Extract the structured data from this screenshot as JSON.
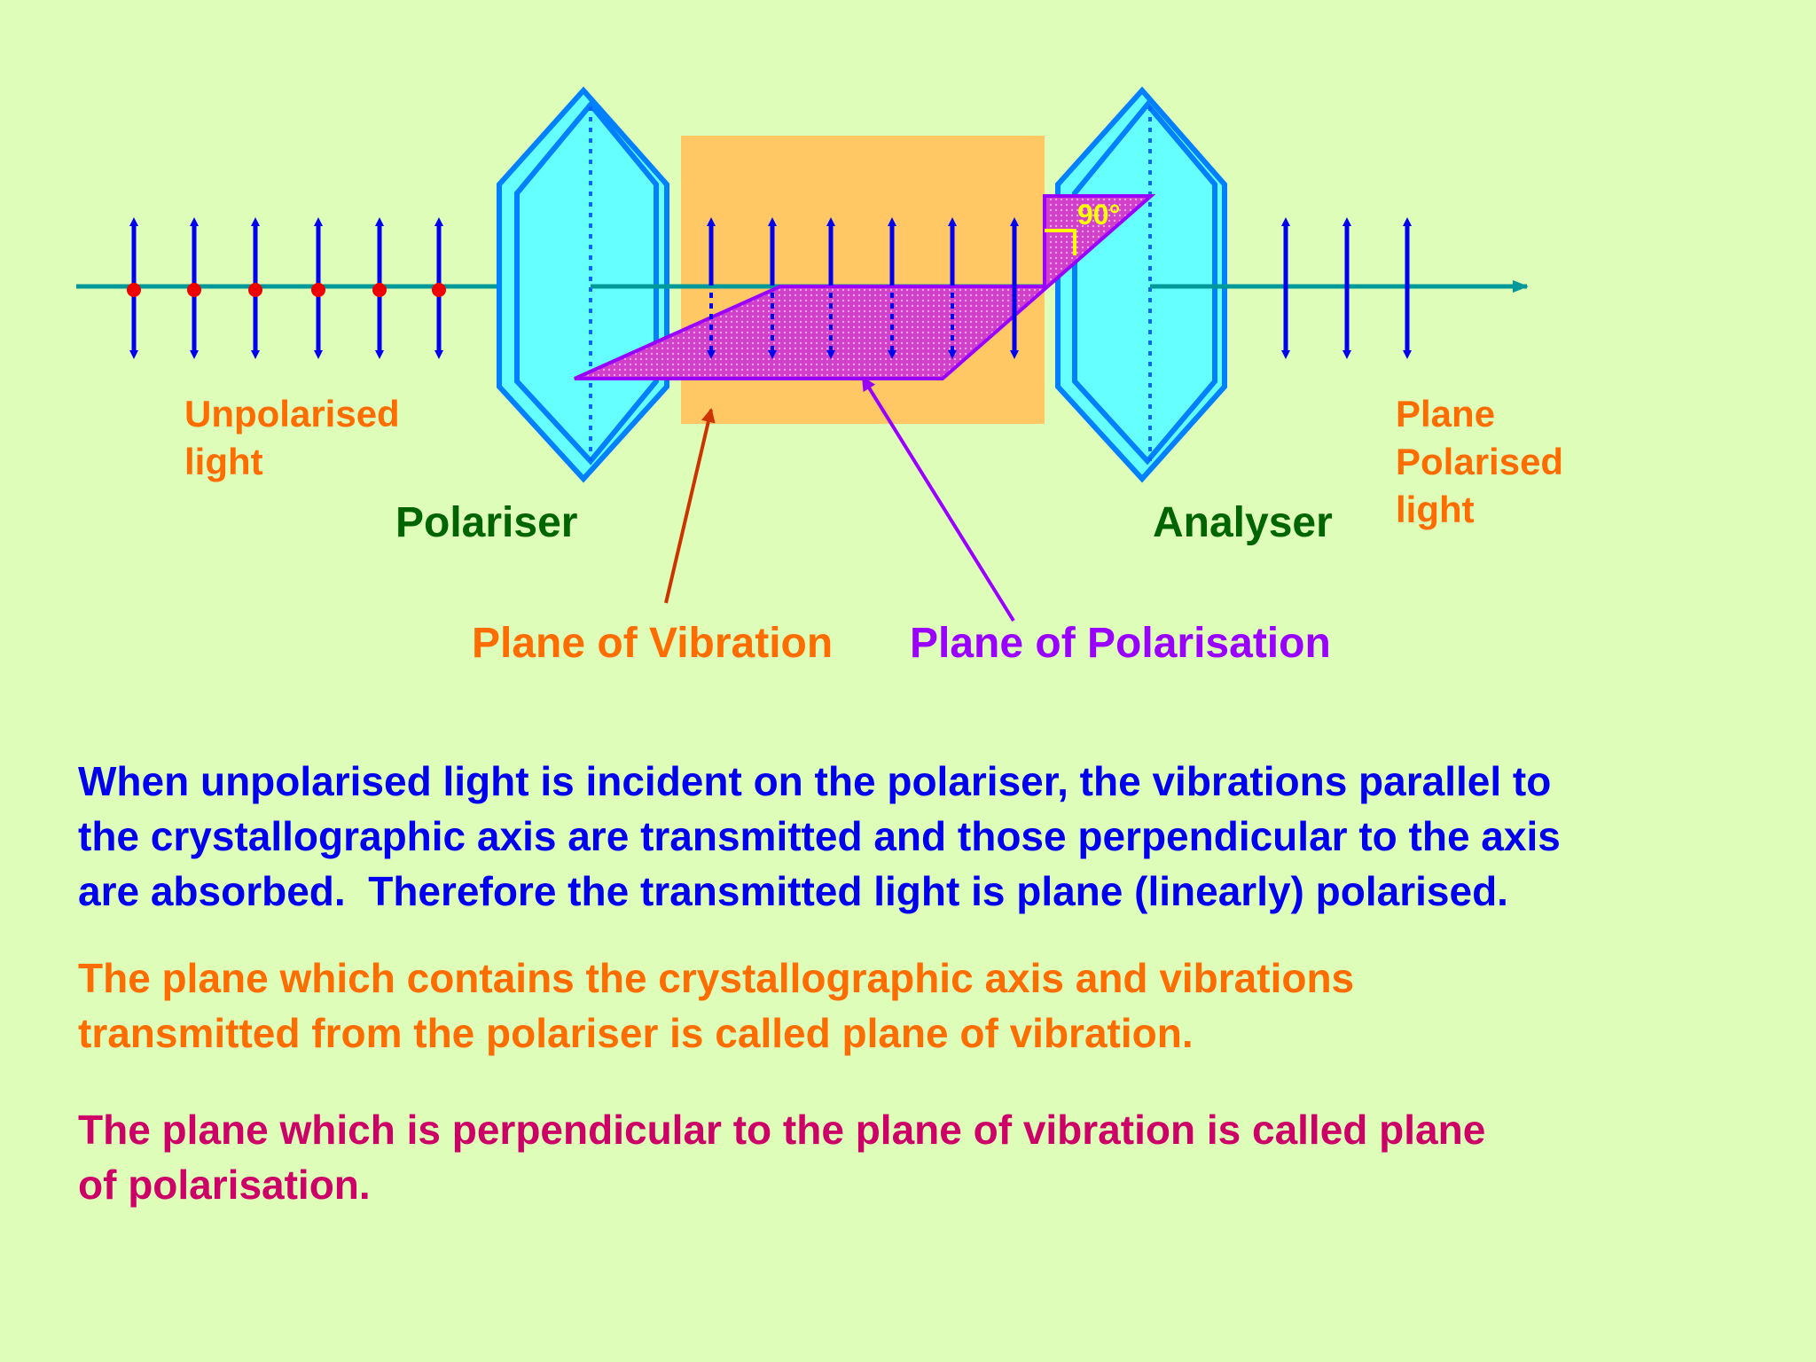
{
  "labels": {
    "unpolarised": "Unpolarised\nlight",
    "polariser": "Polariser",
    "analyser": "Analyser",
    "plane_polarised": "Plane\nPolarised\nlight",
    "plane_of_vibration": "Plane of Vibration",
    "plane_of_polarisation": "Plane of Polarisation",
    "angle": "90°"
  },
  "paragraphs": {
    "p1": "When unpolarised light is incident on the polariser, the vibrations parallel to\nthe crystallographic axis are transmitted and those perpendicular to the axis\nare absorbed.  Therefore the transmitted light is plane (linearly) polarised.",
    "p2": "The plane which contains the crystallographic axis and vibrations\ntransmitted from the polariser is called plane of vibration.",
    "p3": "The plane which is perpendicular to the plane of vibration is called plane\nof polarisation."
  },
  "colors": {
    "background": "#ddfdb8",
    "crystal_fill": "#66ffff",
    "crystal_edge": "#0080ff",
    "vibration_box": "#ffc864",
    "polarisation_plane": "#cc33cc",
    "vibration_arrow": "#0000ee",
    "light_axis": "#009999",
    "dots": "#ee0000",
    "angle_mark": "#ffff00",
    "text_blue": "#0000ee",
    "text_orange": "#ff6c00",
    "text_green": "#006400",
    "text_purple": "#9900ff",
    "text_magenta": "#cc0066"
  }
}
